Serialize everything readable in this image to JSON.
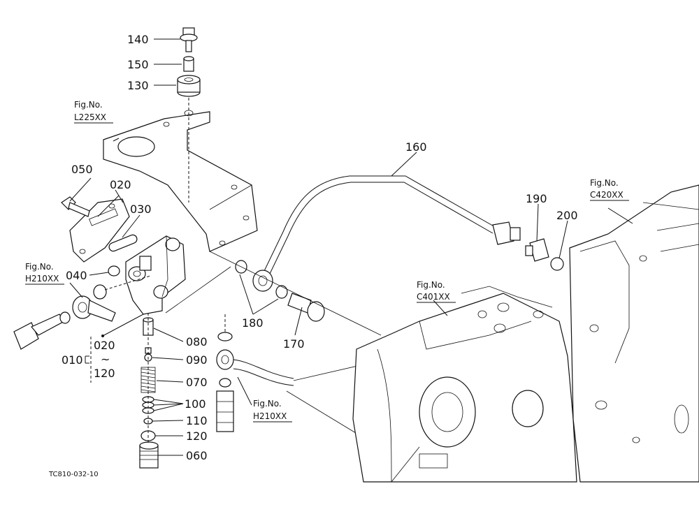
{
  "part_labels": {
    "p140": "140",
    "p150": "150",
    "p130": "130",
    "p160": "160",
    "p050": "050",
    "p020": "020",
    "p030": "030",
    "p040": "040",
    "p190": "190",
    "p200": "200",
    "p180": "180",
    "p170": "170",
    "p080": "080",
    "p090": "090",
    "p070": "070",
    "p100": "100",
    "p110": "110",
    "p120": "120",
    "p060": "060",
    "p010": "010",
    "range_start": "020",
    "range_tilde": "~",
    "range_end": "120"
  },
  "fig_refs": {
    "l225": {
      "title": "Fig.No.",
      "code": "L225XX"
    },
    "h210_left": {
      "title": "Fig.No.",
      "code": "H210XX"
    },
    "h210_right": {
      "title": "Fig.No.",
      "code": "H210XX"
    },
    "c401": {
      "title": "Fig.No.",
      "code": "C401XX"
    },
    "c420": {
      "title": "Fig.No.",
      "code": "C420XX"
    }
  },
  "drawing_code": "TC810-032-10"
}
